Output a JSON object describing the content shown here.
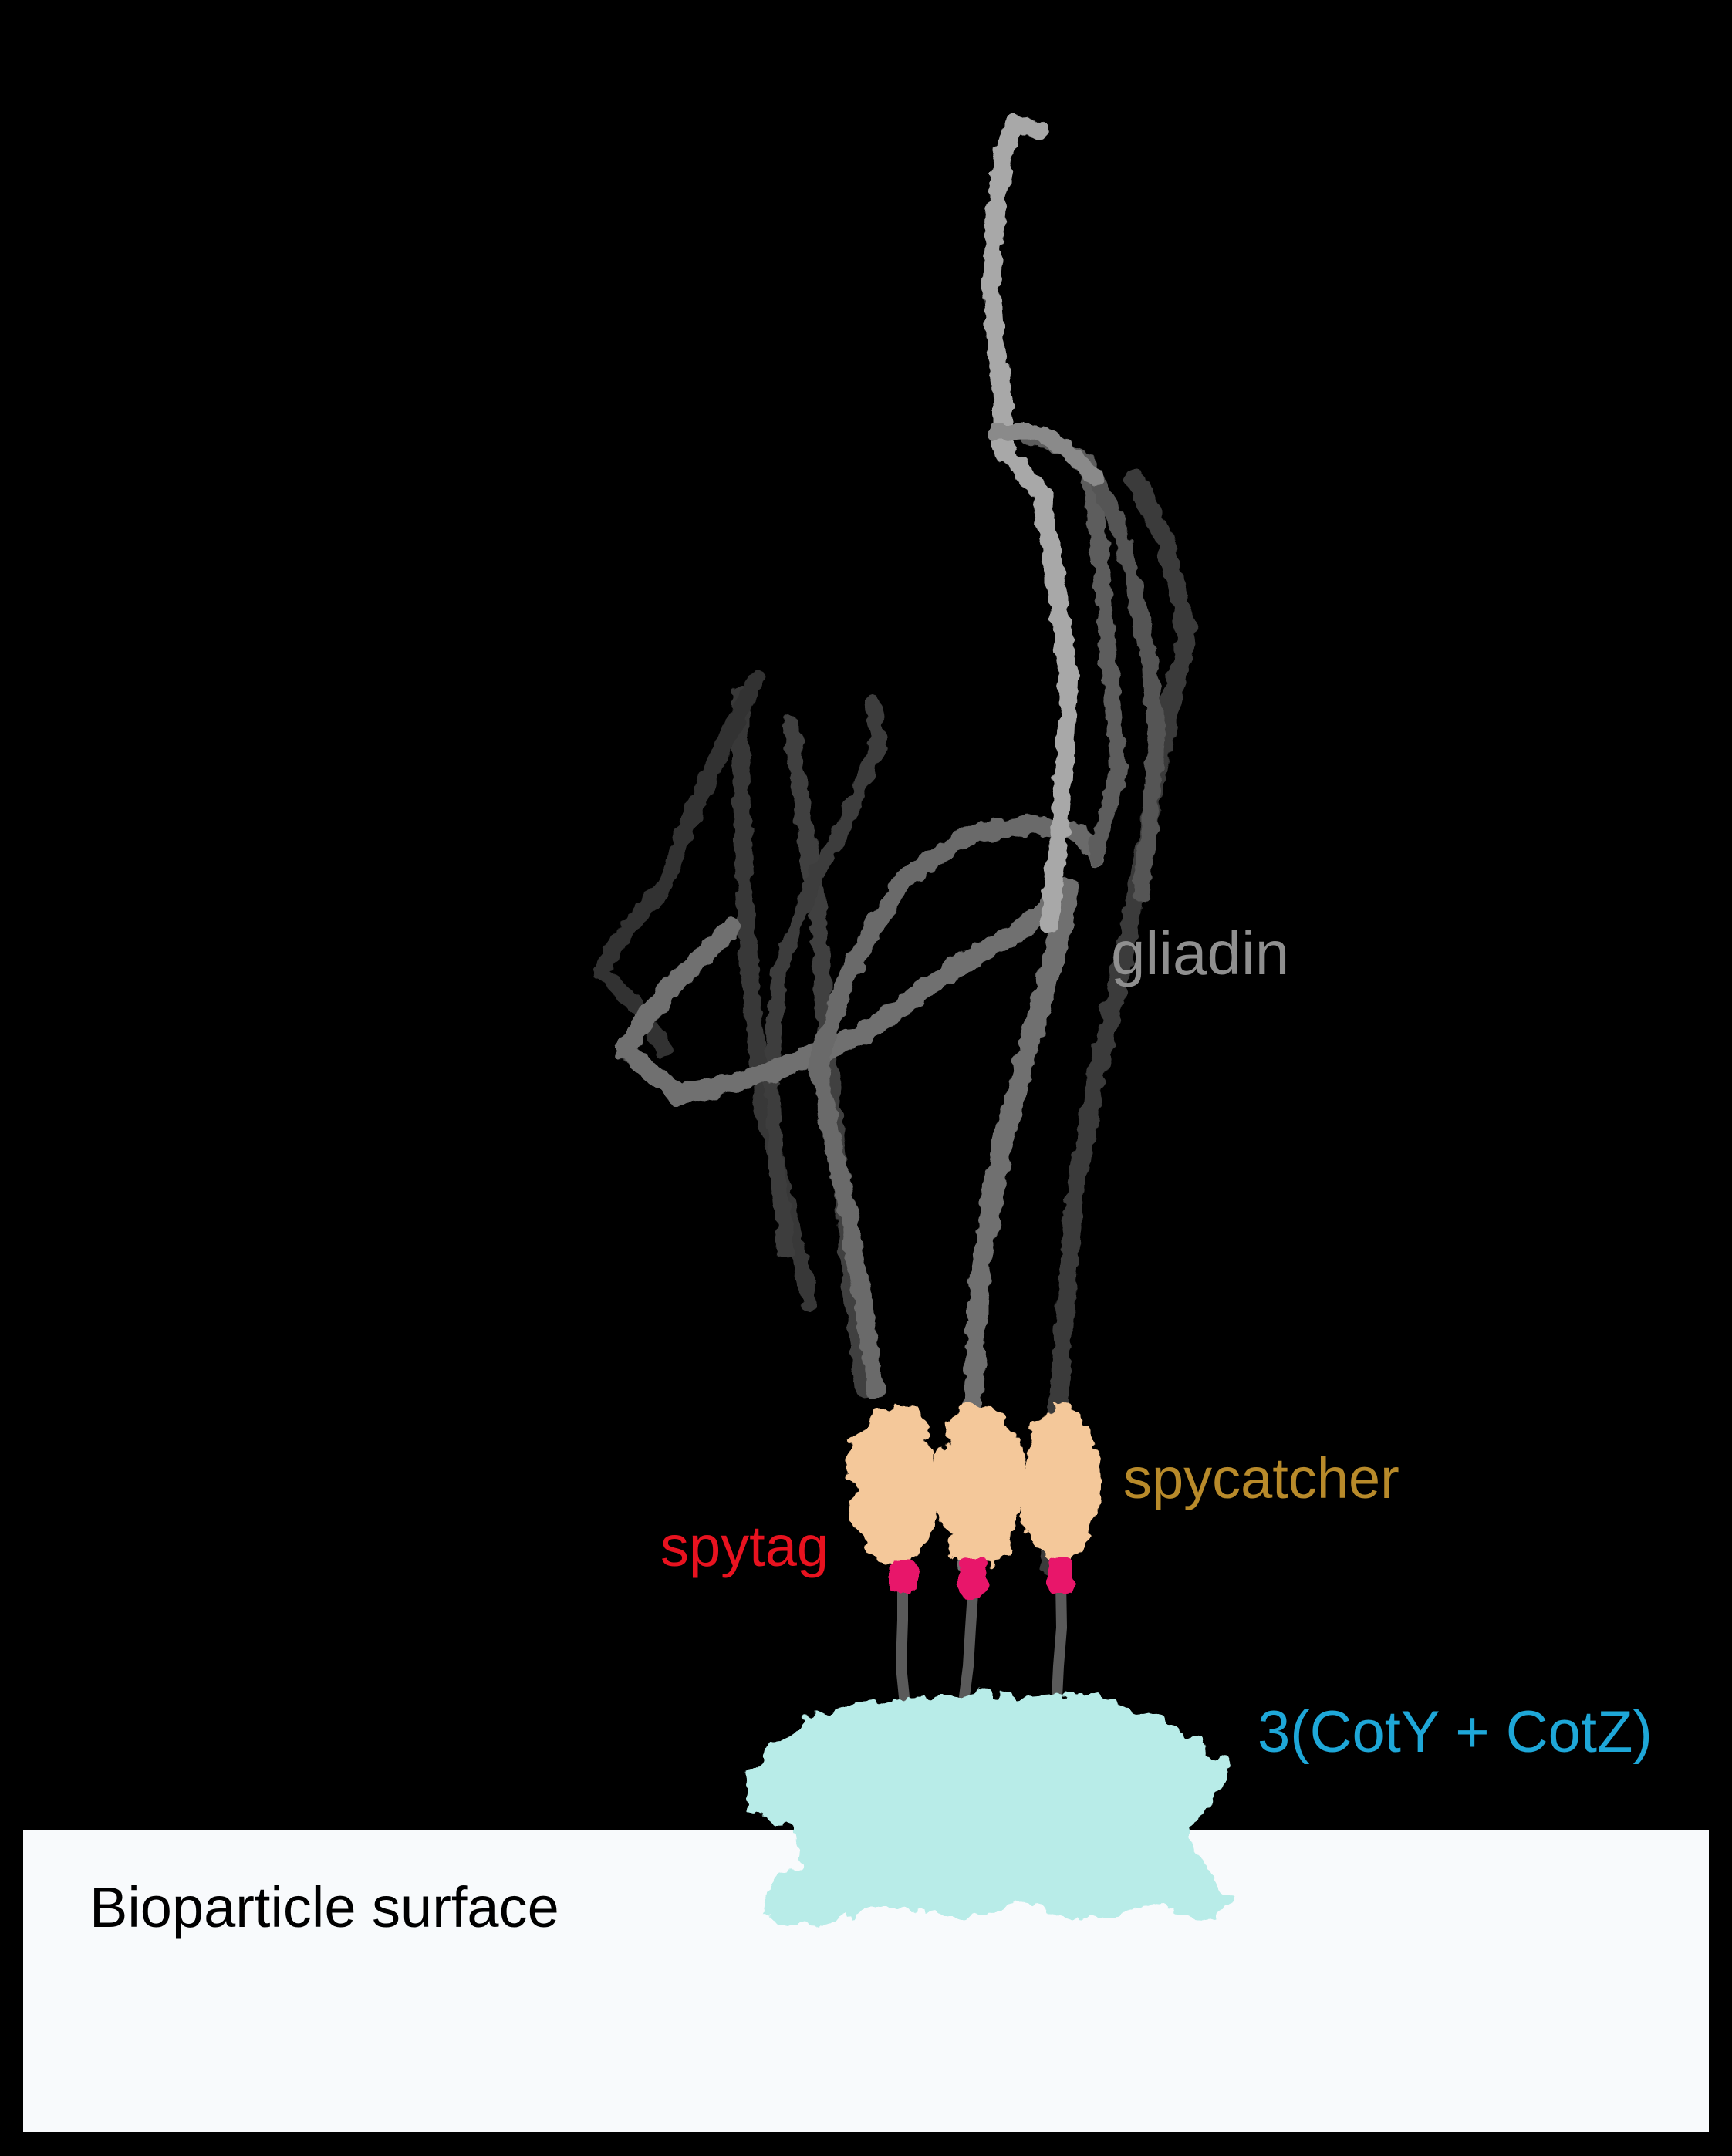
{
  "labels": {
    "surface": "Bioparticle surface",
    "gliadin": "gliadin",
    "spycatcher": "spycatcher",
    "spytag": "spytag",
    "coty_cotz": "3(CotY + CotZ)"
  },
  "colors": {
    "background": "#000000",
    "surface_panel": "#f8fafc",
    "gliadin_light": "#a8a8a8",
    "gliadin_mid": "#6f6f6f",
    "gliadin_dark": "#3a3a3a",
    "spycatcher": "#f4c89a",
    "spytag": "#e8126b",
    "coty_cotz": "#b8ece8",
    "surface_text": "#000000",
    "gliadin_text": "#8f8f8f",
    "spycatcher_text": "#b88a2a",
    "spytag_text": "#e8121f",
    "coty_text": "#1ea7d8"
  }
}
